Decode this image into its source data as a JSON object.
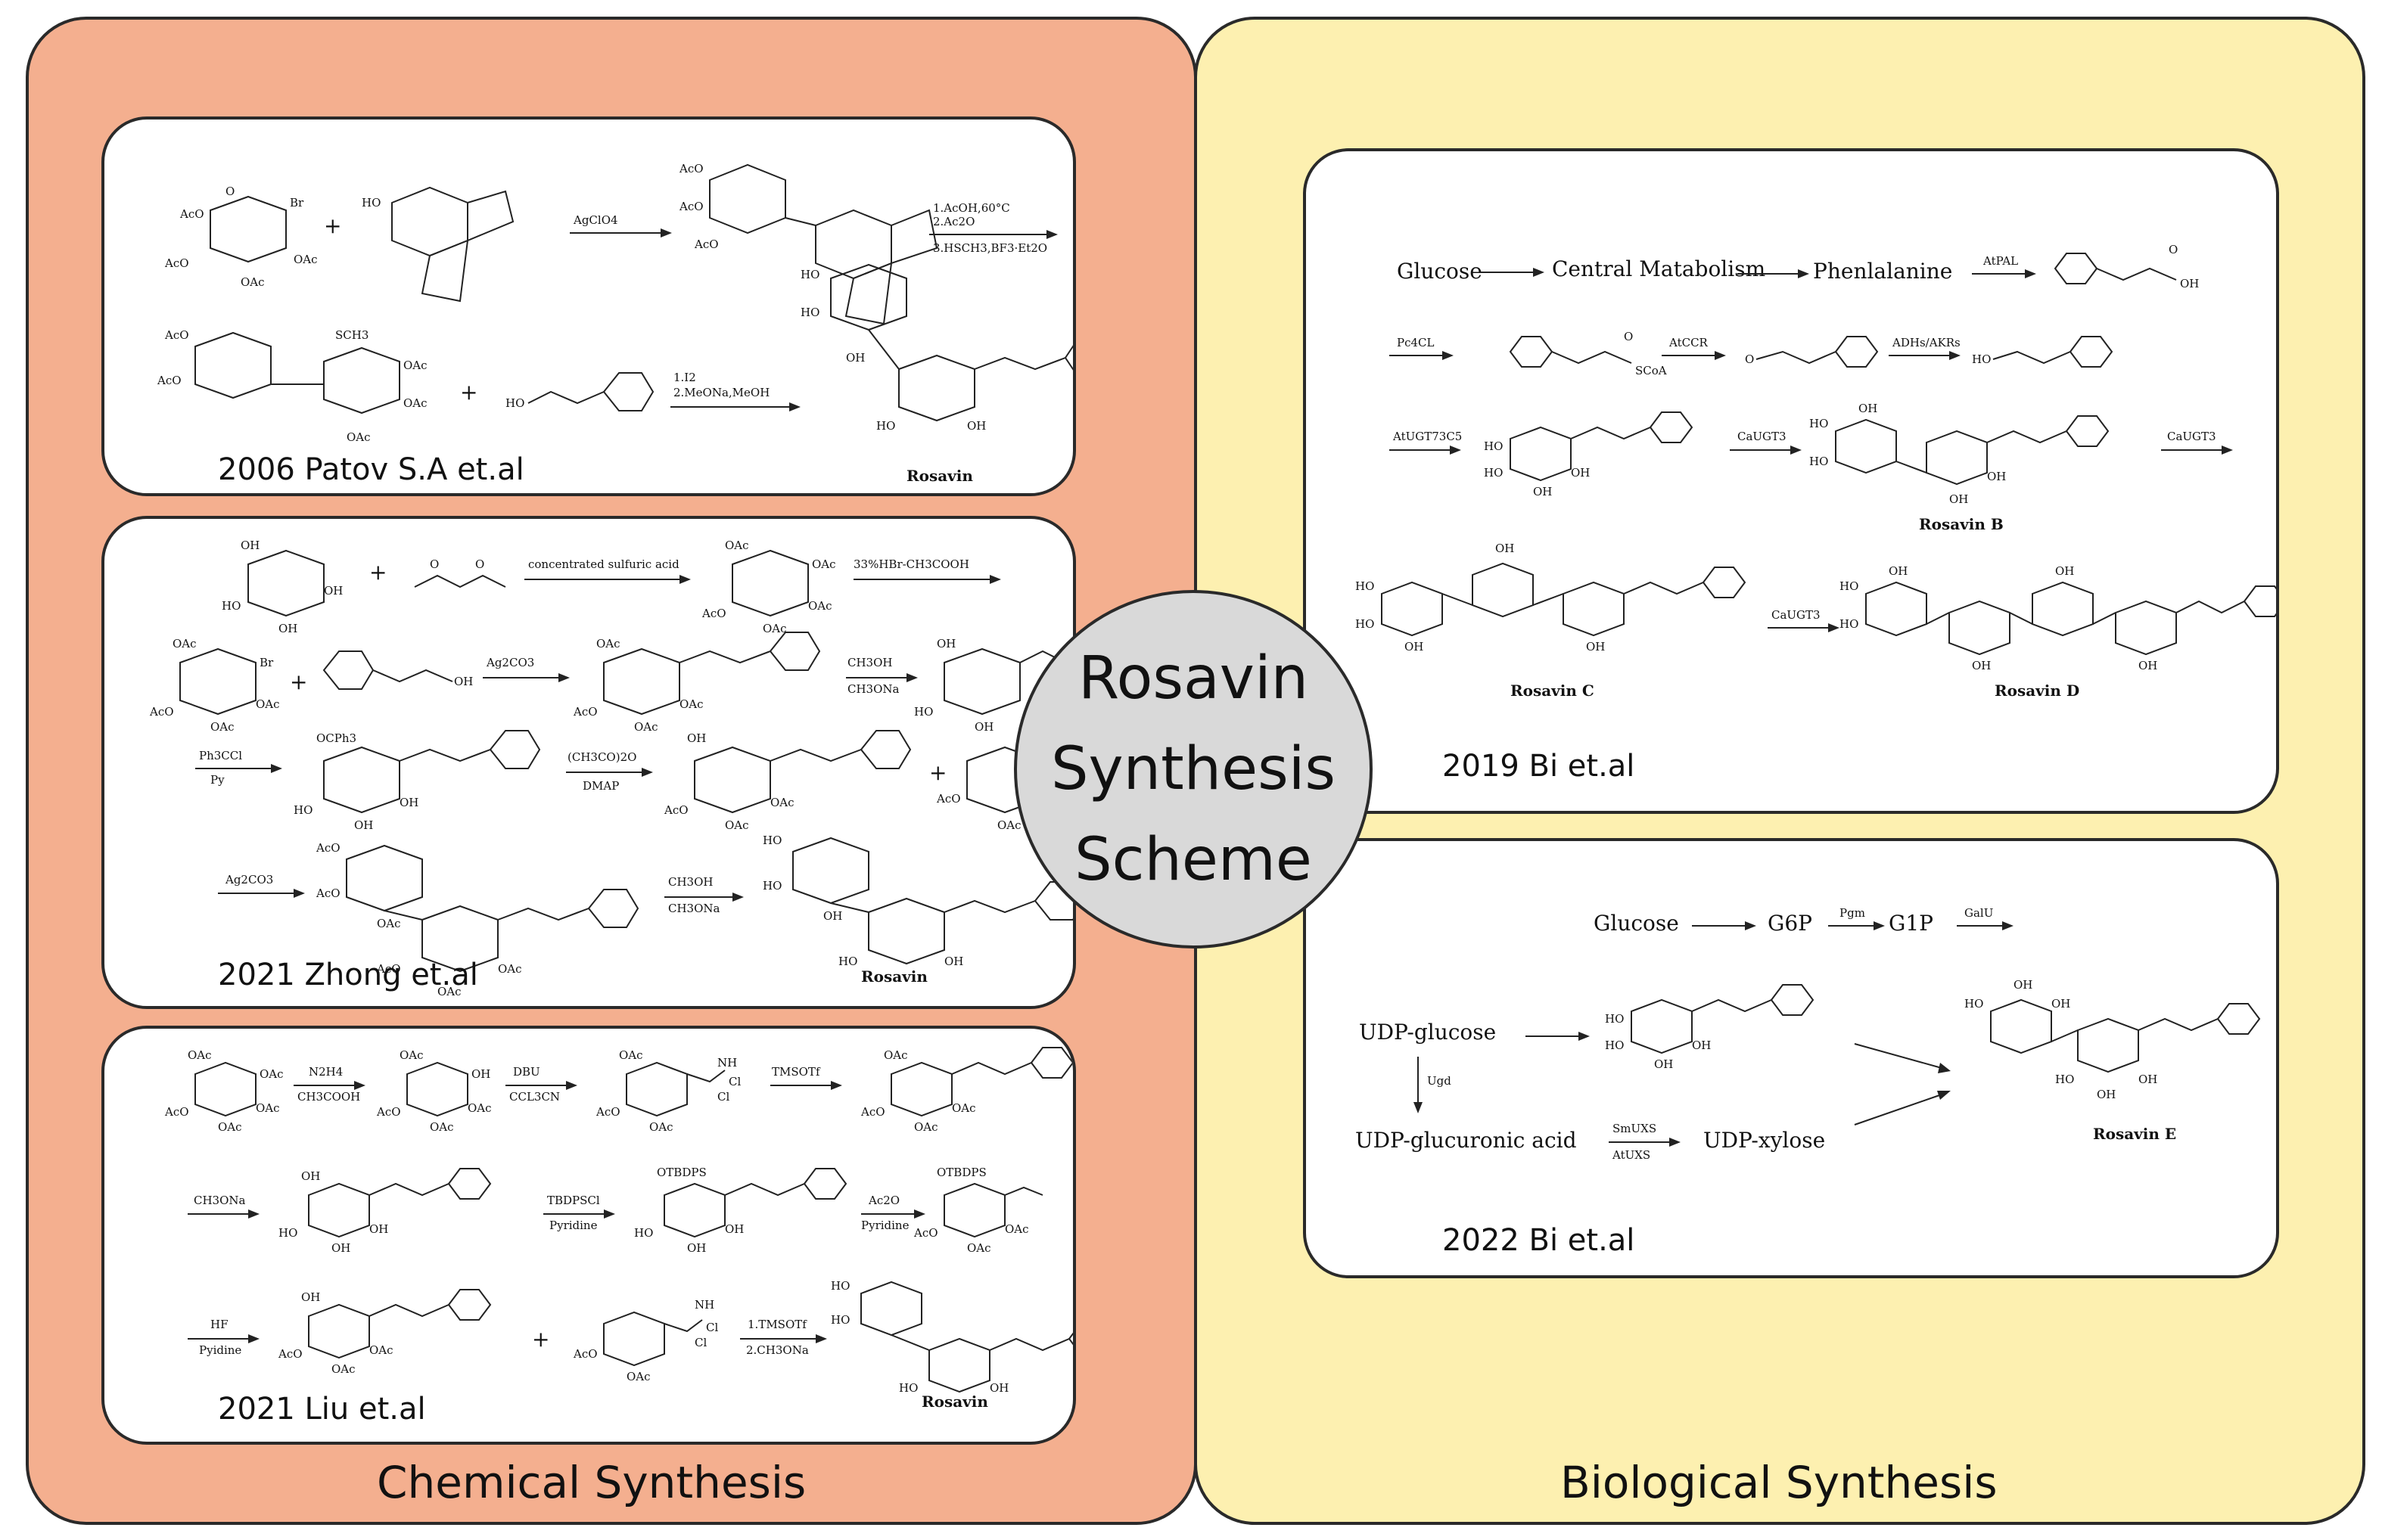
{
  "center_title": [
    "Rosavin",
    "Synthesis",
    "Scheme"
  ],
  "sections": {
    "chemical": "Chemical Synthesis",
    "biological": "Biological Synthesis"
  },
  "routes": {
    "patov": {
      "label": "2006 Patov S.A et.al",
      "reagents": [
        "AgClO4",
        "1.AcOH,60°C",
        "2.Ac2O",
        "3.HSCH3,BF3·Et2O",
        "1.I2",
        "2.MeONa,MeOH"
      ],
      "product": "Rosavin"
    },
    "zhong": {
      "label": "2021 Zhong et.al",
      "reagents": [
        "concentrated sulfuric acid",
        "33%HBr-CH3COOH",
        "Ag2CO3",
        "CH3OH",
        "CH3ONa",
        "Ph3CCl",
        "Py",
        "(CH3CO)2O",
        "DMAP",
        "Ag2CO3",
        "CH3OH",
        "CH3ONa"
      ],
      "product": "Rosavin"
    },
    "liu": {
      "label": "2021 Liu et.al",
      "reagents": [
        "N2H4",
        "CH3COOH",
        "DBU",
        "CCL3CN",
        "TMSOTf",
        "CH3ONa",
        "TBDPSCl",
        "Pyridine",
        "Ac2O",
        "Pyridine",
        "HF",
        "Pyidine",
        "1.TMSOTf",
        "2.CH3ONa"
      ],
      "product": "Rosavin"
    },
    "bi2019": {
      "label": "2019 Bi et.al",
      "pathway": [
        "Glucose",
        "Central Matabolism",
        "Phenlalanine"
      ],
      "enzymes": [
        "AtPAL",
        "Pc4CL",
        "AtCCR",
        "ADHs/AKRs",
        "AtUGT73C5",
        "CaUGT3",
        "CaUGT3",
        "CaUGT3"
      ],
      "products": [
        "Rosavin B",
        "Rosavin C",
        "Rosavin D"
      ]
    },
    "bi2022": {
      "label": "2022 Bi et.al",
      "pathway": [
        "Glucose",
        "G6P",
        "G1P"
      ],
      "enzymes": [
        "Pgm",
        "GalU",
        "Ugd",
        "SmUXS",
        "AtUXS"
      ],
      "intermediates": [
        "UDP-glucose",
        "UDP-glucuronic acid",
        "UDP-xylose"
      ],
      "product": "Rosavin E"
    }
  },
  "structure_labels": {
    "groups": [
      "OAc",
      "AcO",
      "Br",
      "HO",
      "OH",
      "SCH3",
      "OCPh3",
      "OTBDPS",
      "SCoA",
      "O",
      "NH",
      "Cl"
    ]
  }
}
